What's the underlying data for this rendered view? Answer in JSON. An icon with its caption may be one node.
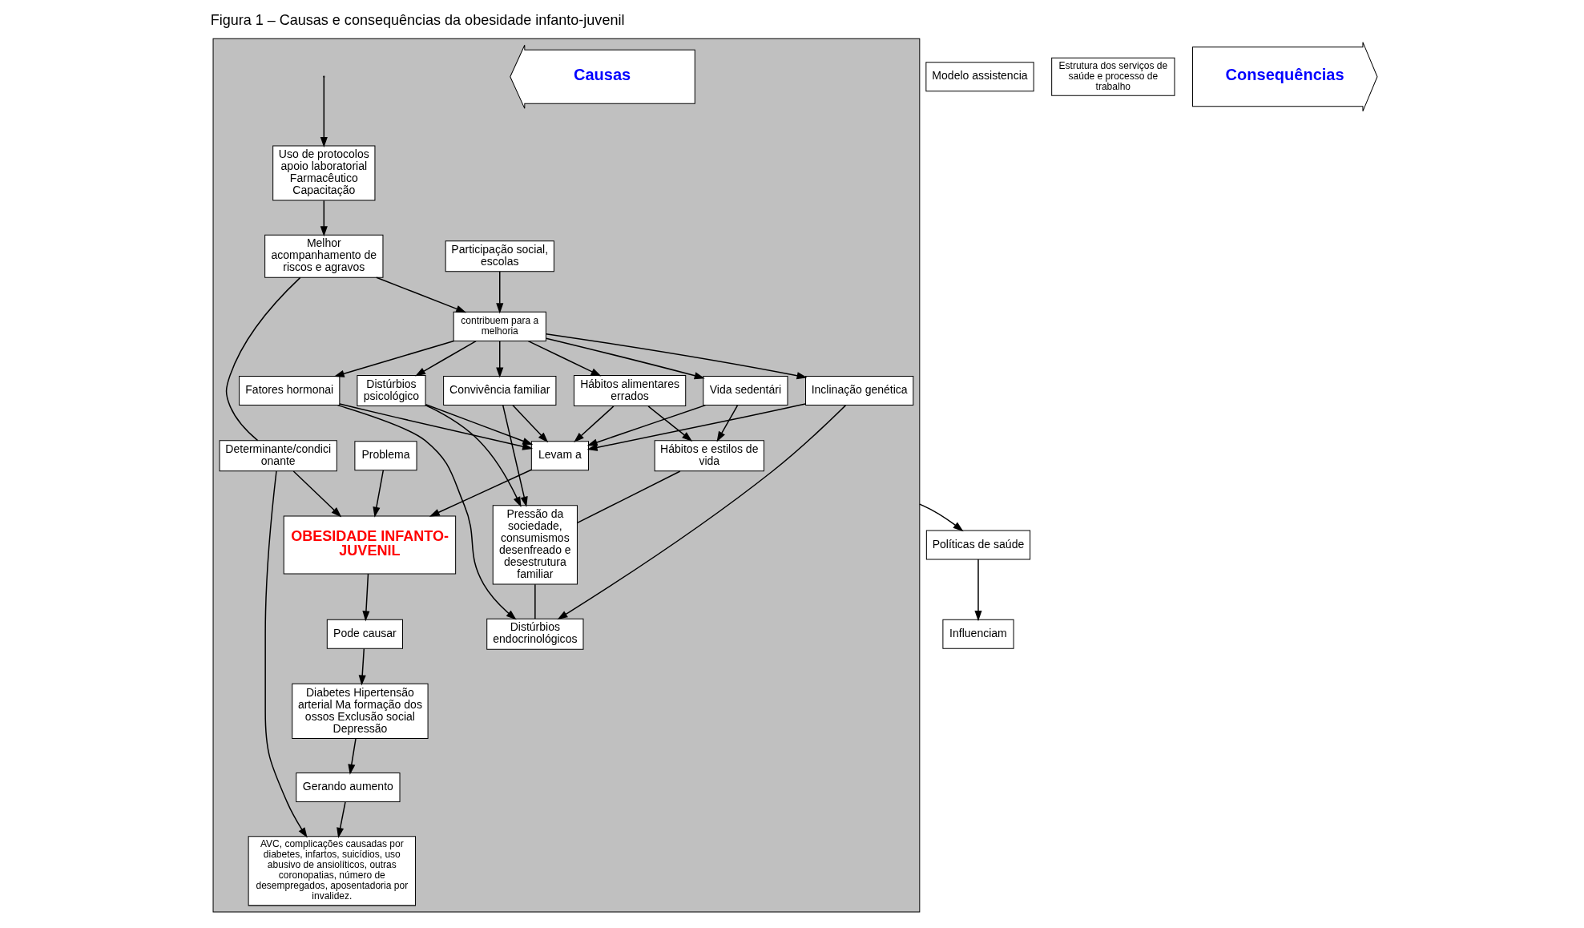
{
  "diagram": {
    "title": "Figura 1 – Causas e consequências da obesidade infanto-juvenil",
    "nodes": [
      {
        "text": [
          "Políticas de saúde"
        ]
      },
      {
        "text": [
          "Influenciam"
        ]
      },
      {
        "text": [
          "Modelo assistencia"
        ]
      },
      {
        "text": [
          "Estrutura dos serviços de saúde e processo de trabalho"
        ]
      },
      {
        "text": [
          "Consequências"
        ]
      },
      {
        "text": [],
        "shape": "box"
      },
      {
        "text": [
          "Hábitos e estilos de vida"
        ],
        "in": 5
      },
      {
        "text": [
          "Hábitos alimentares errados"
        ],
        "in": 5
      },
      {
        "text": [
          "Vida sedentári"
        ],
        "in": 5
      },
      {
        "text": [
          "contribuem para a melhoria"
        ],
        "in": 5
      },
      {
        "text": [
          "Melhor acompanhamento de riscos e agravos"
        ],
        "in": 5
      },
      {
        "text": [
          "Uso de protocolos apoio laboratorial Farmacêutico Capacitação"
        ],
        "in": 5
      },
      {
        "text": [
          "Pressão da sociedade, consumismos desenfreado e desestrutura familiar"
        ],
        "in": 5
      },
      {
        "text": [
          "Distúrbios psicológico"
        ],
        "in": 5
      },
      {
        "text": [
          "Convivência familiar"
        ],
        "in": 5
      },
      {
        "text": [
          "Levam a"
        ],
        "in": 5
      },
      {
        "text": [
          "Determinante/condicionante"
        ],
        "in": 5
      },
      {
        "text": [
          "OBESIDADE INFANTO-JUVENIL"
        ],
        "in": 5
      },
      {
        "text": [
          "AVC, complicações causadas por diabetes, infartos, suicídios, uso abusivo de ansiolíticos, outras coronopatias, número de desempregados, aposentadoria por invalidez."
        ],
        "in": 5
      },
      {
        "text": [
          "Inclinação genética"
        ],
        "in": 5
      },
      {
        "text": [
          "Participação social, escolas"
        ],
        "in": 5
      },
      {
        "text": [
          "Problema"
        ],
        "in": 5
      },
      {
        "text": [
          "Pode causar"
        ],
        "in": 5
      },
      {
        "text": [
          "Gerando aumento"
        ],
        "in": 5
      },
      {
        "text": [
          "Distúrbios endocrinológicos"
        ],
        "in": 5
      },
      {
        "text": [
          "Fatores hormonai"
        ],
        "in": 5
      },
      {
        "text": [
          "Diabetes Hipertensão arterial Ma formação dos ossos Exclusão social Depressão"
        ],
        "in": 5
      },
      {
        "text": [
          "Causas"
        ],
        "in": 5
      }
    ],
    "edges": [
      {
        "from": 5,
        "to": 0,
        "arrow": "to"
      },
      {
        "from": 0,
        "to": 1,
        "arrow": "to"
      },
      {
        "from": null,
        "to": 11,
        "arrow": "to"
      },
      {
        "from": 7,
        "to": 6,
        "arrow": "to"
      },
      {
        "from": 8,
        "to": 6,
        "arrow": "to"
      },
      {
        "from": 13,
        "to": 12,
        "arrow": "to"
      },
      {
        "from": 14,
        "to": 12,
        "arrow": "to"
      },
      {
        "from": 19,
        "to": 24,
        "arrow": "to"
      },
      {
        "from": 25,
        "to": 24,
        "arrow": "to"
      },
      {
        "from": 6,
        "to": 12,
        "arrow": "none"
      },
      {
        "from": 12,
        "to": 24,
        "arrow": "none"
      },
      {
        "from": 9,
        "to": 7,
        "arrow": "to"
      },
      {
        "from": 9,
        "to": 8,
        "arrow": "to"
      },
      {
        "from": 9,
        "to": 13,
        "arrow": "to"
      },
      {
        "from": 9,
        "to": 14,
        "arrow": "to"
      },
      {
        "from": 9,
        "to": 19,
        "arrow": "to"
      },
      {
        "from": 9,
        "to": 25,
        "arrow": "to"
      },
      {
        "from": 7,
        "to": 15,
        "arrow": "to"
      },
      {
        "from": 8,
        "to": 15,
        "arrow": "to"
      },
      {
        "from": 13,
        "to": 15,
        "arrow": "to"
      },
      {
        "from": 14,
        "to": 15,
        "arrow": "to"
      },
      {
        "from": 19,
        "to": 15,
        "arrow": "to"
      },
      {
        "from": 25,
        "to": 15,
        "arrow": "to"
      },
      {
        "from": 20,
        "to": 9,
        "arrow": "to"
      },
      {
        "from": 10,
        "to": 9,
        "arrow": "to"
      },
      {
        "from": 11,
        "to": 10,
        "arrow": "to"
      },
      {
        "from": 10,
        "to": 16,
        "arrow": "none"
      },
      {
        "from": 16,
        "to": 17,
        "arrow": "to"
      },
      {
        "from": 16,
        "to": 18,
        "arrow": "to"
      },
      {
        "from": 15,
        "to": 17,
        "arrow": "to"
      },
      {
        "from": 21,
        "to": 17,
        "arrow": "to"
      },
      {
        "from": 17,
        "to": 22,
        "arrow": "to"
      },
      {
        "from": 22,
        "to": 26,
        "arrow": "to"
      },
      {
        "from": 26,
        "to": 23,
        "arrow": "to"
      },
      {
        "from": 23,
        "to": 18,
        "arrow": "to"
      }
    ]
  }
}
